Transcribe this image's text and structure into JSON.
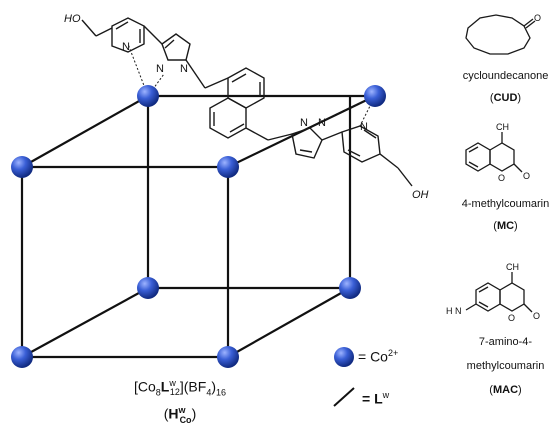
{
  "colors": {
    "node": "#2f55c8",
    "node_dark": "#0f2a7a",
    "edge": "#111111",
    "stroke": "#1a1a1a"
  },
  "ligand": {
    "oh_top": "HO",
    "n1": "N",
    "n2": "N",
    "n3": "N",
    "n4": "N",
    "n5": "N",
    "n6": "N",
    "oh_bottom": "OH"
  },
  "guests": [
    {
      "name": "cycloundecanone",
      "abbr": "CUD",
      "atoms": {
        "o": "O"
      }
    },
    {
      "name": "4-methylcoumarin",
      "abbr": "MC",
      "atoms": {
        "ch3": "CH",
        "o1": "O",
        "o2": "O"
      }
    },
    {
      "name_line1": "7-amino-4-",
      "name_line2": "methylcoumarin",
      "abbr": "MAC",
      "atoms": {
        "ch3": "CH",
        "h2n": "H",
        "n": "N",
        "o1": "O",
        "o2": "O"
      }
    }
  ],
  "formula": {
    "main_a": "[Co",
    "main_b": "8",
    "main_c": "L",
    "main_d": "w",
    "main_e": "12",
    "main_f": "](BF",
    "main_g": "4",
    "main_h": ")",
    "main_i": "16",
    "sub_open": "(",
    "sub_h": "H",
    "sub_w": "w",
    "sub_co": "Co",
    "sub_close": ")"
  },
  "legend": {
    "node_text": "= Co",
    "node_sup": "2+",
    "edge_text": "= L",
    "edge_sup": "w"
  }
}
